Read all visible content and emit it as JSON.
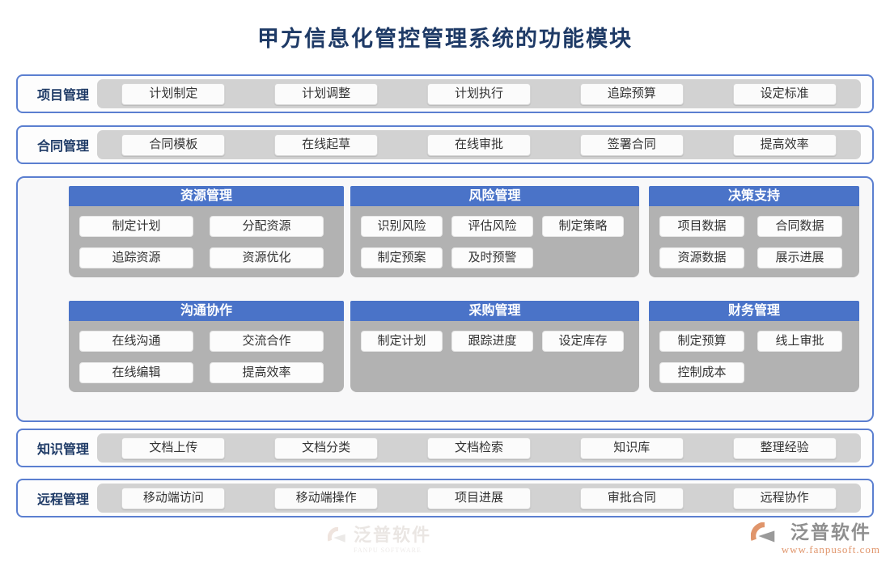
{
  "title": "甲方信息化管控管理系统的功能模块",
  "rows": {
    "project": {
      "label": "项目管理",
      "buttons": [
        "计划制定",
        "计划调整",
        "计划执行",
        "追踪预算",
        "设定标准"
      ]
    },
    "contract": {
      "label": "合同管理",
      "buttons": [
        "合同模板",
        "在线起草",
        "在线审批",
        "签署合同",
        "提高效率"
      ]
    },
    "knowledge": {
      "label": "知识管理",
      "buttons": [
        "文档上传",
        "文档分类",
        "文档检索",
        "知识库",
        "整理经验"
      ]
    },
    "remote": {
      "label": "远程管理",
      "buttons": [
        "移动端访问",
        "移动端操作",
        "项目进展",
        "审批合同",
        "远程协作"
      ]
    }
  },
  "panels": {
    "resource": {
      "title": "资源管理",
      "buttons": [
        "制定计划",
        "分配资源",
        "追踪资源",
        "资源优化"
      ]
    },
    "risk": {
      "title": "风险管理",
      "buttons": [
        "识别风险",
        "评估风险",
        "制定策略",
        "制定预案",
        "及时预警"
      ]
    },
    "decision": {
      "title": "决策支持",
      "buttons": [
        "项目数据",
        "合同数据",
        "资源数据",
        "展示进展"
      ]
    },
    "communication": {
      "title": "沟通协作",
      "buttons": [
        "在线沟通",
        "交流合作",
        "在线编辑",
        "提高效率"
      ]
    },
    "procurement": {
      "title": "采购管理",
      "buttons": [
        "制定计划",
        "跟踪进度",
        "设定库存"
      ]
    },
    "finance": {
      "title": "财务管理",
      "buttons": [
        "制定预算",
        "线上审批",
        "控制成本"
      ]
    }
  },
  "watermark": {
    "name": "泛普软件",
    "subname": "FANPU SOFTWARE"
  },
  "logo": {
    "name": "泛普软件",
    "url": "www.fanpusoft.com"
  },
  "colors": {
    "header_blue": "#4a73c8",
    "border_blue": "#5b7fd0",
    "band_gray": "#d2d2d2",
    "panel_gray": "#b2b2b2",
    "title_navy": "#1e3a66",
    "logo_orange": "#e0956b",
    "logo_gray": "#8f8f8f"
  }
}
